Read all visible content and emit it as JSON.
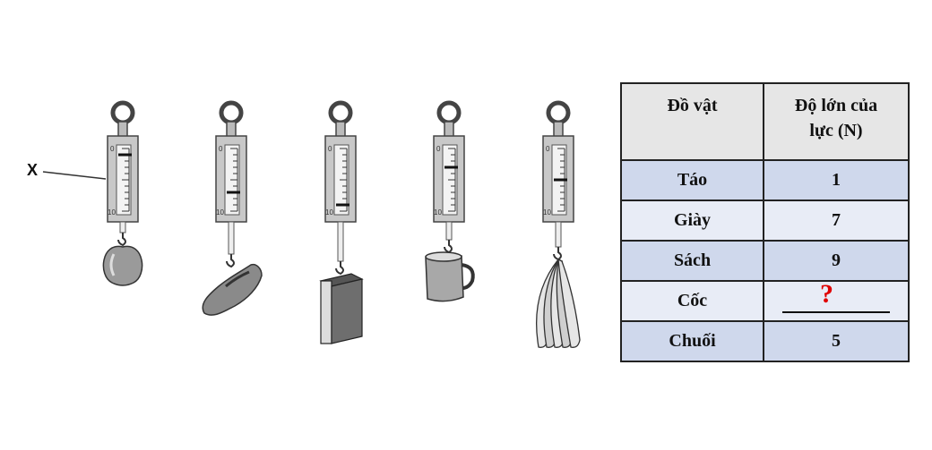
{
  "pointer_label": "X",
  "scale_ticks": {
    "top": "0",
    "bottom": "10"
  },
  "table": {
    "headers": [
      "Đồ vật",
      "Độ lớn của lực (N)"
    ],
    "rows": [
      {
        "item": "Táo",
        "force": "1"
      },
      {
        "item": "Giày",
        "force": "7"
      },
      {
        "item": "Sách",
        "force": "9"
      },
      {
        "item": "Cốc",
        "force": "?"
      },
      {
        "item": "Chuối",
        "force": "5"
      }
    ]
  },
  "spring_scales": [
    {
      "object": "apple-icon",
      "reading": 1
    },
    {
      "object": "shoe-icon",
      "reading": 7
    },
    {
      "object": "book-icon",
      "reading": 9
    },
    {
      "object": "mug-icon",
      "reading": 3
    },
    {
      "object": "banana-icon",
      "reading": 5
    }
  ]
}
